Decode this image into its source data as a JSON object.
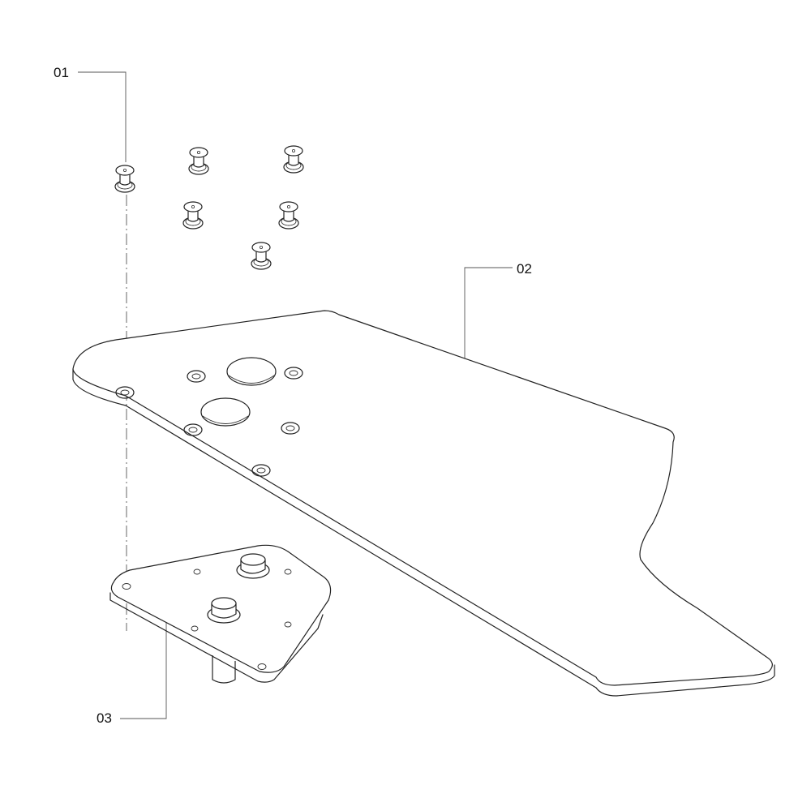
{
  "callouts": [
    {
      "id": "01",
      "part": "screws"
    },
    {
      "id": "02",
      "part": "plate"
    },
    {
      "id": "03",
      "part": "bracket"
    }
  ]
}
